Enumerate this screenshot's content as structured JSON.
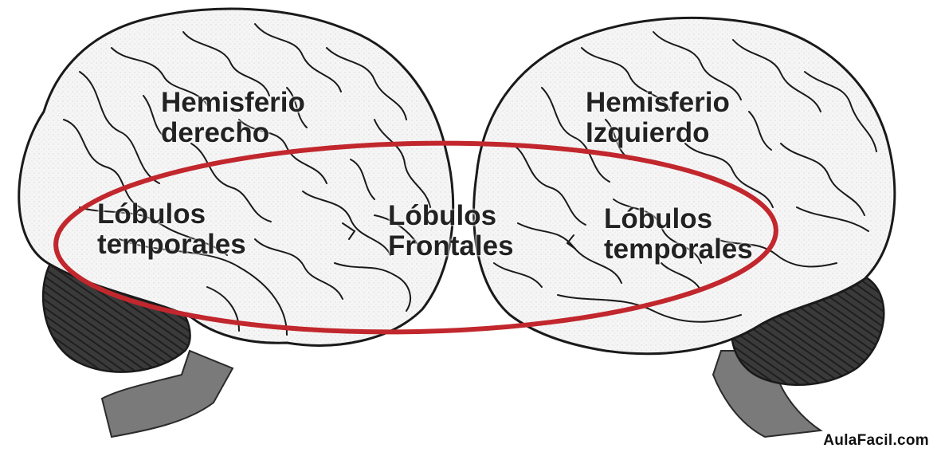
{
  "labels": {
    "right_hemisphere": [
      "Hemisferio",
      "derecho"
    ],
    "left_hemisphere": [
      "Hemisferio",
      "Izquierdo"
    ],
    "temporal_left": [
      "Lóbulos",
      "temporales"
    ],
    "frontal": [
      "Lóbulos",
      "Frontales"
    ],
    "temporal_right": [
      "Lóbulos",
      "temporales"
    ]
  },
  "watermark": "AulaFacil.com",
  "colors": {
    "ellipse": "#c1272d",
    "cerebellum": "#3a3a3a",
    "brainstem": "#7a7a7a",
    "outline": "#1a1a1a",
    "brain_fill": "#f4f4f4"
  }
}
